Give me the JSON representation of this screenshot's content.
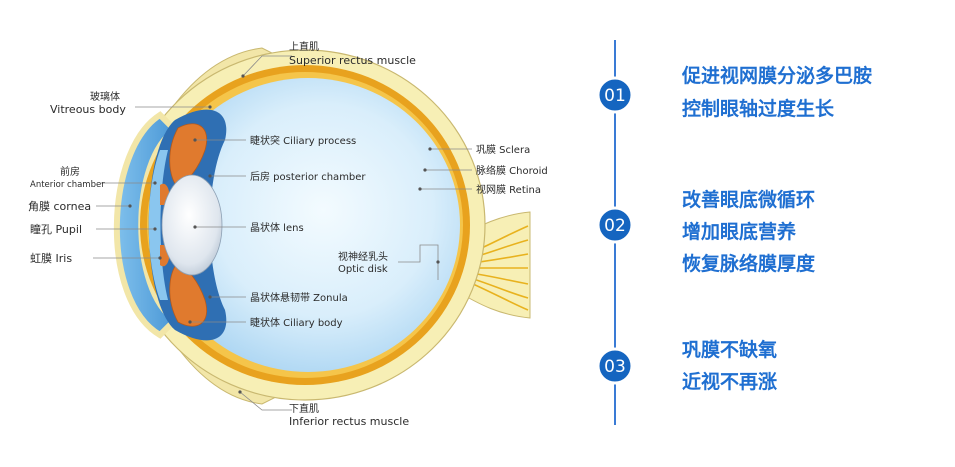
{
  "labels": {
    "superior_zh": "上直肌",
    "superior_en": "Superior rectus muscle",
    "vitreous_zh": "玻璃体",
    "vitreous_en": "Vitreous body",
    "anterior_zh": "前房",
    "anterior_en": "Anterior chamber",
    "cornea": "角膜 cornea",
    "pupil": "瞳孔 Pupil",
    "iris": "虹膜 Iris",
    "ciliary_process": "睫状突  Ciliary process",
    "posterior_chamber": "后房 posterior chamber",
    "lens": "晶状体 lens",
    "zonula": "晶状体悬韧带 Zonula",
    "ciliary_body": "睫状体 Ciliary body",
    "sclera": "巩膜 Sclera",
    "choroid": "脉络膜 Choroid",
    "retina": "视网膜 Retina",
    "optic_zh": "视神经乳头",
    "optic_en": "Optic disk",
    "inferior_zh": "下直肌",
    "inferior_en": "Inferior rectus muscle"
  },
  "benefits": [
    {
      "number": "01",
      "lines": [
        "促进视网膜分泌多巴胺",
        "控制眼轴过度生长"
      ]
    },
    {
      "number": "02",
      "lines": [
        "改善眼底微循环",
        "增加眼底营养",
        "恢复脉络膜厚度"
      ]
    },
    {
      "number": "03",
      "lines": [
        "巩膜不缺氧",
        "近视不再涨"
      ]
    }
  ],
  "colors": {
    "accent": "#1f6fd1",
    "badge": "#1565c0",
    "timeline": "#3a7bd5",
    "sclera": "#f7efb5",
    "choroid": "#e8a21e",
    "vitreous": "#cfe8f9",
    "iris_ciliary": "#e07a2e"
  }
}
